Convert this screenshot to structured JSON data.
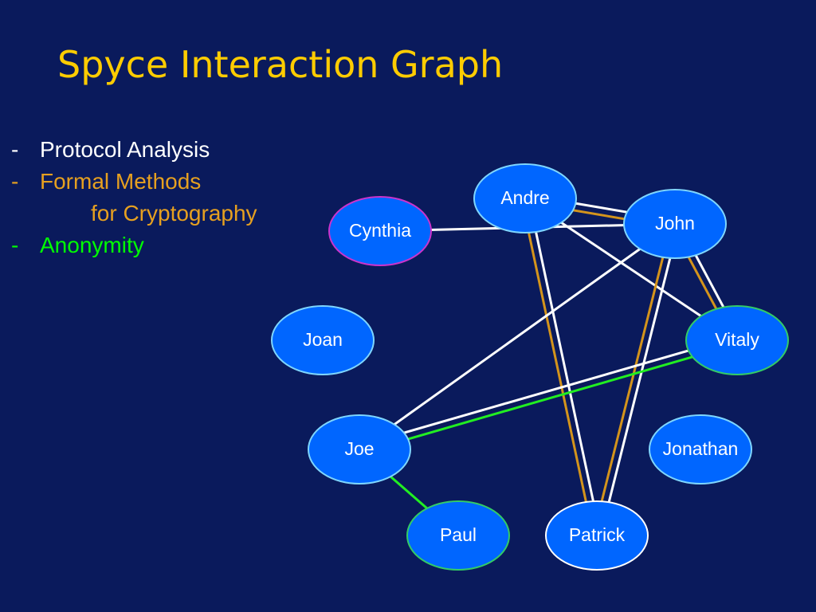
{
  "title": "Spyce Interaction Graph",
  "bullets": [
    {
      "dash": "-",
      "text": "Protocol Analysis",
      "continuation": "",
      "color": "#ffffff"
    },
    {
      "dash": "-",
      "text": "Formal Methods",
      "continuation": "for Cryptography",
      "color": "#e6a020"
    },
    {
      "dash": "-",
      "text": "Anonymity",
      "continuation": "",
      "color": "#00ff00"
    }
  ],
  "colors": {
    "background": "#0a1a5c",
    "title": "#ffcc00",
    "node_fill": "#0066ff",
    "node_stroke_default": "#7fd6ff",
    "white_edge": "#ffffff",
    "orange_edge": "#d4941c",
    "green_edge": "#22ee22"
  },
  "nodes": [
    {
      "id": "andre",
      "label": "Andre"
    },
    {
      "id": "john",
      "label": "John"
    },
    {
      "id": "cynthia",
      "label": "Cynthia",
      "stroke": "#cc33cc"
    },
    {
      "id": "joan",
      "label": "Joan"
    },
    {
      "id": "vitaly",
      "label": "Vitaly",
      "stroke": "#33cc66"
    },
    {
      "id": "joe",
      "label": "Joe"
    },
    {
      "id": "jonathan",
      "label": "Jonathan"
    },
    {
      "id": "paul",
      "label": "Paul",
      "stroke": "#33cc66"
    },
    {
      "id": "patrick",
      "label": "Patrick",
      "stroke": "#ffffff"
    }
  ],
  "edges": [
    {
      "from": "andre",
      "to": "john",
      "color": "white"
    },
    {
      "from": "andre",
      "to": "john",
      "color": "orange"
    },
    {
      "from": "andre",
      "to": "vitaly",
      "color": "white"
    },
    {
      "from": "andre",
      "to": "patrick",
      "color": "white"
    },
    {
      "from": "andre",
      "to": "patrick",
      "color": "orange"
    },
    {
      "from": "cynthia",
      "to": "john",
      "color": "white"
    },
    {
      "from": "john",
      "to": "joe",
      "color": "white"
    },
    {
      "from": "john",
      "to": "vitaly",
      "color": "white"
    },
    {
      "from": "john",
      "to": "vitaly",
      "color": "orange"
    },
    {
      "from": "john",
      "to": "patrick",
      "color": "white"
    },
    {
      "from": "john",
      "to": "patrick",
      "color": "orange"
    },
    {
      "from": "joe",
      "to": "vitaly",
      "color": "white"
    },
    {
      "from": "joe",
      "to": "vitaly",
      "color": "green"
    },
    {
      "from": "joe",
      "to": "paul",
      "color": "green"
    }
  ]
}
